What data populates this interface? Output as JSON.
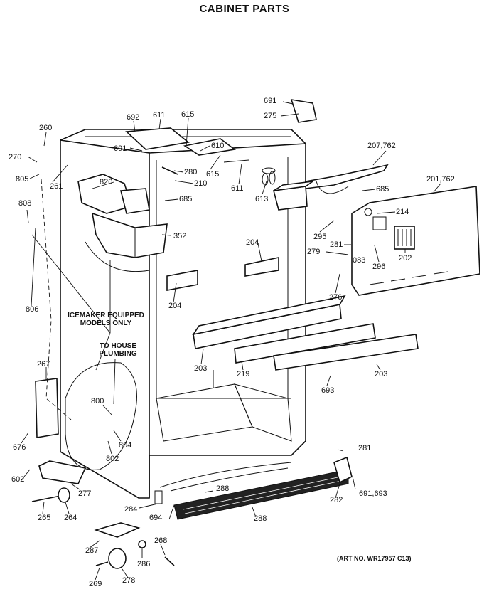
{
  "title": "CABINET PARTS",
  "art_number": "(ART NO. WR17957 C13)",
  "notes": {
    "icemaker": [
      "ICEMAKER EQUIPPED",
      "MODELS ONLY"
    ],
    "plumbing": [
      "TO HOUSE",
      "PLUMBING"
    ]
  },
  "labels": [
    {
      "id": "691a",
      "text": "691"
    },
    {
      "id": "275",
      "text": "275"
    },
    {
      "id": "692",
      "text": "692"
    },
    {
      "id": "611a",
      "text": "611"
    },
    {
      "id": "615a",
      "text": "615"
    },
    {
      "id": "260",
      "text": "260"
    },
    {
      "id": "691b",
      "text": "691"
    },
    {
      "id": "610",
      "text": "610"
    },
    {
      "id": "207",
      "text": "207,762"
    },
    {
      "id": "270",
      "text": "270"
    },
    {
      "id": "280",
      "text": "280"
    },
    {
      "id": "615b",
      "text": "615"
    },
    {
      "id": "805",
      "text": "805"
    },
    {
      "id": "261",
      "text": "261"
    },
    {
      "id": "820",
      "text": "820"
    },
    {
      "id": "210",
      "text": "210"
    },
    {
      "id": "611b",
      "text": "611"
    },
    {
      "id": "613",
      "text": "613"
    },
    {
      "id": "685a",
      "text": "685"
    },
    {
      "id": "201",
      "text": "201,762"
    },
    {
      "id": "685b",
      "text": "685"
    },
    {
      "id": "808",
      "text": "808"
    },
    {
      "id": "214",
      "text": "214"
    },
    {
      "id": "352",
      "text": "352"
    },
    {
      "id": "295",
      "text": "295"
    },
    {
      "id": "204a",
      "text": "204"
    },
    {
      "id": "281a",
      "text": "281"
    },
    {
      "id": "279",
      "text": "279"
    },
    {
      "id": "083",
      "text": "083"
    },
    {
      "id": "202",
      "text": "202"
    },
    {
      "id": "296",
      "text": "296"
    },
    {
      "id": "276",
      "text": "276"
    },
    {
      "id": "204b",
      "text": "204"
    },
    {
      "id": "806",
      "text": "806"
    },
    {
      "id": "267",
      "text": "267"
    },
    {
      "id": "203a",
      "text": "203"
    },
    {
      "id": "219",
      "text": "219"
    },
    {
      "id": "203b",
      "text": "203"
    },
    {
      "id": "693",
      "text": "693"
    },
    {
      "id": "800",
      "text": "800"
    },
    {
      "id": "804",
      "text": "804"
    },
    {
      "id": "802",
      "text": "802"
    },
    {
      "id": "676",
      "text": "676"
    },
    {
      "id": "281b",
      "text": "281"
    },
    {
      "id": "602",
      "text": "602"
    },
    {
      "id": "288a",
      "text": "288"
    },
    {
      "id": "277",
      "text": "277"
    },
    {
      "id": "282",
      "text": "282"
    },
    {
      "id": "691c",
      "text": "691,693"
    },
    {
      "id": "284",
      "text": "284"
    },
    {
      "id": "265",
      "text": "265"
    },
    {
      "id": "264",
      "text": "264"
    },
    {
      "id": "694",
      "text": "694"
    },
    {
      "id": "288b",
      "text": "288"
    },
    {
      "id": "268",
      "text": "268"
    },
    {
      "id": "287",
      "text": "287"
    },
    {
      "id": "286",
      "text": "286"
    },
    {
      "id": "269",
      "text": "269"
    },
    {
      "id": "278",
      "text": "278"
    }
  ]
}
